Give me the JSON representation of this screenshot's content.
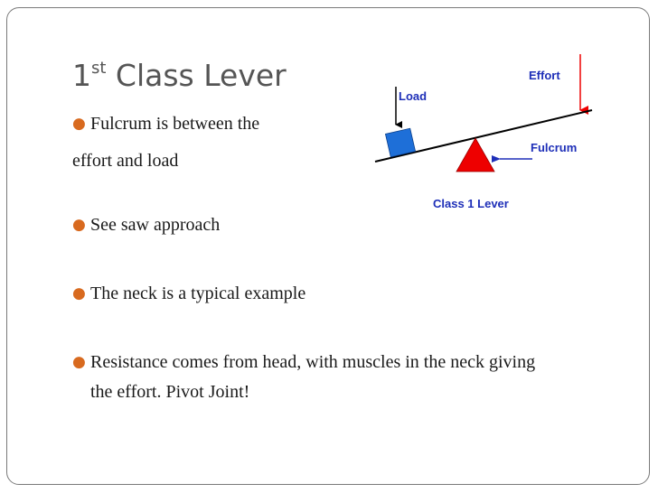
{
  "slide": {
    "title_main": "1",
    "title_sup": "st",
    "title_rest": " Class Lever",
    "bullets": [
      "Fulcrum is between the",
      "effort and load",
      "See saw approach",
      "The neck is a typical example",
      "Resistance comes from head, with muscles in the neck giving",
      "the effort. Pivot Joint!"
    ]
  },
  "diagram": {
    "load_label": "Load",
    "effort_label": "Effort",
    "fulcrum_label": "Fulcrum",
    "caption": "Class 1 Lever",
    "colors": {
      "load_box": "#1e6fd8",
      "fulcrum": "#ee0000",
      "effort_arrow": "#ee0000",
      "load_arrow": "#000000",
      "label": "#1e2fb8",
      "bullet": "#d86a1f",
      "title": "#555555"
    }
  }
}
